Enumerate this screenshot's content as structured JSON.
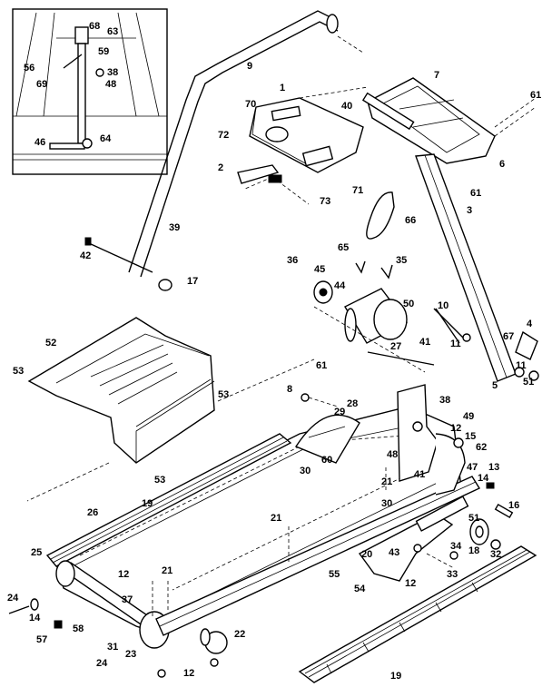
{
  "diagram": {
    "labels": {
      "l1": "1",
      "l2": "2",
      "l3": "3",
      "l4": "4",
      "l5": "5",
      "l6": "6",
      "l7": "7",
      "l8": "8",
      "l9": "9",
      "l10": "10",
      "l11a": "11",
      "l11b": "11",
      "l12a": "12",
      "l12b": "12",
      "l12c": "12",
      "l12d": "12",
      "l13": "13",
      "l14a": "14",
      "l14b": "14",
      "l15": "15",
      "l16": "16",
      "l17": "17",
      "l18": "18",
      "l19a": "19",
      "l19b": "19",
      "l20": "20",
      "l21a": "21",
      "l21b": "21",
      "l21c": "21",
      "l22": "22",
      "l23": "23",
      "l24a": "24",
      "l24b": "24",
      "l25": "25",
      "l26": "26",
      "l27": "27",
      "l28": "28",
      "l29": "29",
      "l30a": "30",
      "l30b": "30",
      "l31": "31",
      "l32": "32",
      "l33": "33",
      "l34": "34",
      "l35": "35",
      "l36": "36",
      "l37": "37",
      "l38a": "38",
      "l38b": "38",
      "l39": "39",
      "l40": "40",
      "l41a": "41",
      "l41b": "41",
      "l42": "42",
      "l43": "43",
      "l44": "44",
      "l45": "45",
      "l46": "46",
      "l47": "47",
      "l48a": "48",
      "l48b": "48",
      "l49": "49",
      "l50": "50",
      "l51a": "51",
      "l51b": "51",
      "l52": "52",
      "l53a": "53",
      "l53b": "53",
      "l53c": "53",
      "l54": "54",
      "l55": "55",
      "l56": "56",
      "l57": "57",
      "l58": "58",
      "l59": "59",
      "l60": "60",
      "l61a": "61",
      "l61b": "61",
      "l61c": "61",
      "l62": "62",
      "l63": "63",
      "l64": "64",
      "l65": "65",
      "l66": "66",
      "l67": "67",
      "l68": "68",
      "l69": "69",
      "l70": "70",
      "l71": "71",
      "l72": "72",
      "l73": "73"
    }
  }
}
